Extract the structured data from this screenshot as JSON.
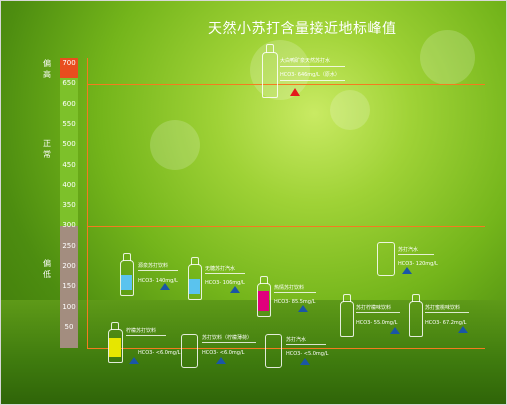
{
  "title": "天然小苏打含量接近地标峰值",
  "scale": {
    "ticks": [
      "700",
      "650",
      "600",
      "550",
      "500",
      "450",
      "400",
      "350",
      "300",
      "250",
      "200",
      "150",
      "100",
      "50"
    ],
    "zones": {
      "high": "偏\n高",
      "normal": "正\n常",
      "low": "偏\n低"
    },
    "colors": {
      "high": "#e84d1e",
      "normal": "#7dc12a",
      "low": "#a38d7f"
    }
  },
  "products": [
    {
      "name": "大白鸭矿泉天然苏打水",
      "value": "HCO3- 646mg/L（原水）",
      "color": "#e31b1b"
    },
    {
      "name": "源泉苏打饮料",
      "value": "HCO3- 140mg/L",
      "color": "#5ac3ee"
    },
    {
      "name": "无糖苏打汽水",
      "value": "HCO3- 106mg/L",
      "color": "#5ac3ee"
    },
    {
      "name": "热情苏打饮料",
      "value": "HCO3- 85.5mg/L",
      "color": "#e0007c"
    },
    {
      "name": "苏打汽水",
      "value": "HCO3- 120mg/L",
      "color": "#1a56a6"
    },
    {
      "name": "苏打柠檬味饮料",
      "value": "HCO3- 55.0mg/L",
      "color": "#1a56a6"
    },
    {
      "name": "苏打蜜桃味饮料",
      "value": "HCO3- 67.2mg/L",
      "color": "#1a56a6"
    },
    {
      "name": "柠檬苏打饮料",
      "value": "HCO3- <6.0mg/L",
      "color": "#e6e600"
    },
    {
      "name": "苏打饮料（柠檬薄荷）",
      "value": "HCO3- <6.0mg/L",
      "color": "#1a56a6"
    },
    {
      "name": "苏打汽水",
      "value": "HCO3- <5.0mg/L",
      "color": "#1a56a6"
    }
  ]
}
